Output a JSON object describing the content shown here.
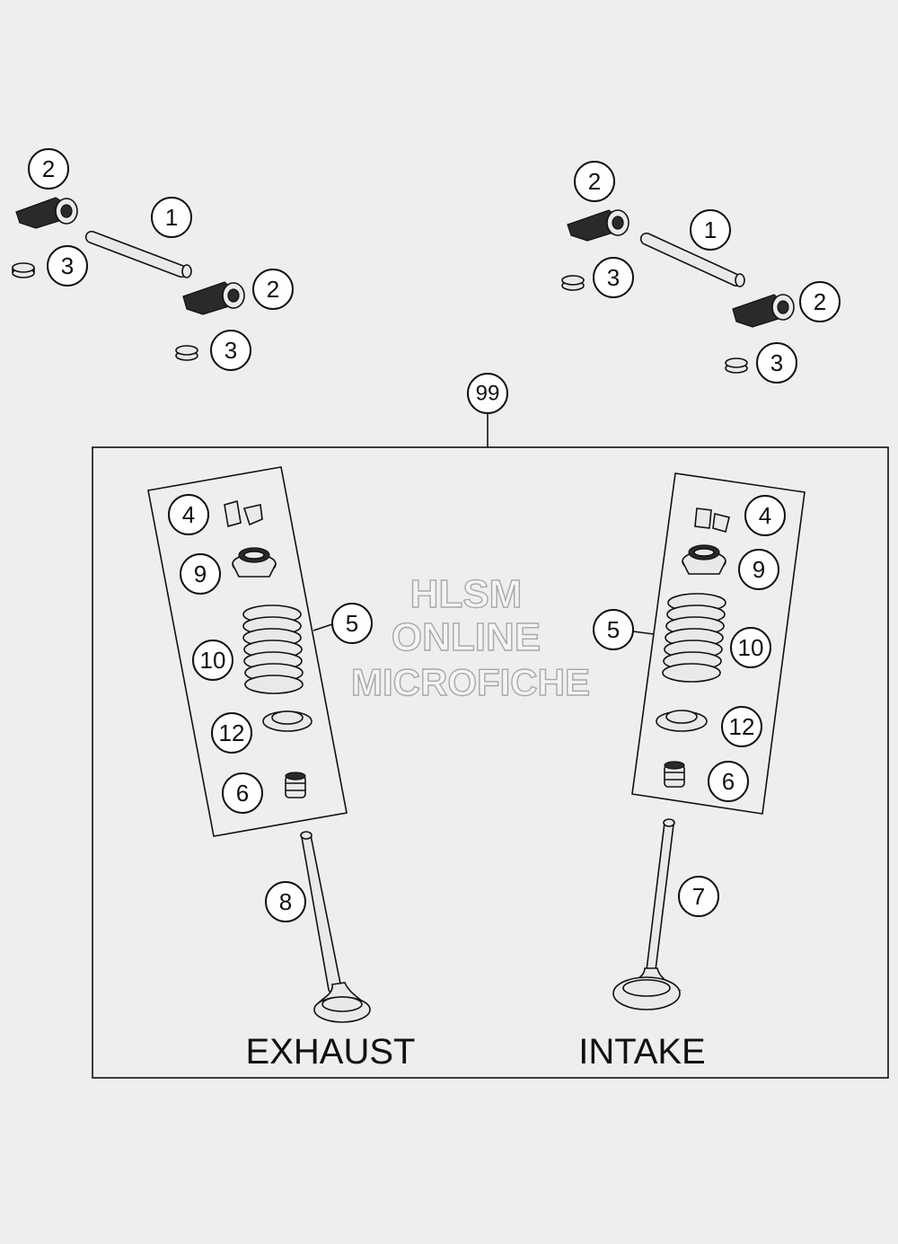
{
  "watermark": {
    "line1": "HLSM",
    "line2": "ONLINE",
    "line3": "MICROFICHE"
  },
  "labels": {
    "exhaust": "EXHAUST",
    "intake": "INTAKE"
  },
  "callouts": {
    "kit": "99",
    "rocker_shaft": "1",
    "rocker_arm": "2",
    "shim": "3",
    "valve_keeper": "4",
    "valve_spring_set": "5",
    "valve_stem_seal": "6",
    "intake_valve": "7",
    "exhaust_valve": "8",
    "spring_retainer": "9",
    "valve_spring": "10",
    "spring_seat": "12"
  },
  "colors": {
    "background": "#eeeeee",
    "line": "#111111",
    "callout_fill": "#ffffff"
  }
}
